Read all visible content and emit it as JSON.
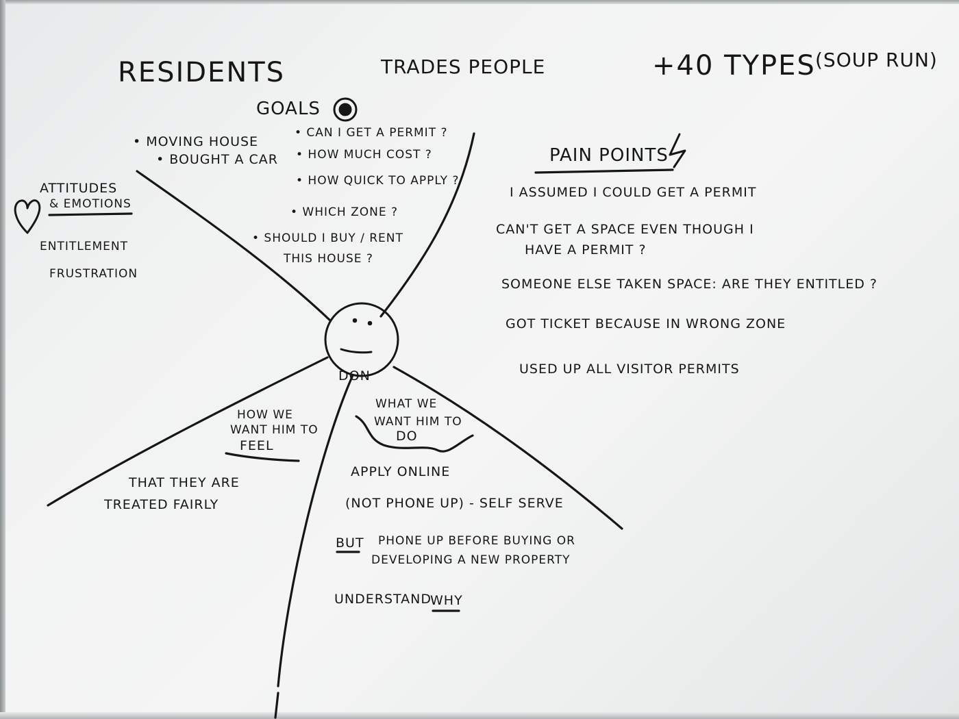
{
  "header": {
    "residents": "RESIDENTS",
    "trades_people": "TRADES PEOPLE",
    "types": "+40 TYPES",
    "soup_run": "(SOUP RUN)"
  },
  "goals": {
    "title": "GOALS",
    "items": [
      "• MOVING HOUSE",
      "• BOUGHT A CAR",
      "• CAN I GET A PERMIT ?",
      "• HOW MUCH COST ?",
      "• HOW QUICK TO APPLY ?",
      "• WHICH ZONE ?",
      "• SHOULD I BUY / RENT",
      "THIS HOUSE ?"
    ]
  },
  "attitudes": {
    "title_line1": "ATTITUDES",
    "title_line2": "& EMOTIONS",
    "items": [
      "ENTITLEMENT",
      "FRUSTRATION"
    ]
  },
  "pain_points": {
    "title": "PAIN POINTS",
    "items": [
      "I ASSUMED I COULD GET A PERMIT",
      "CAN'T GET A SPACE EVEN THOUGH I",
      "HAVE A PERMIT ?",
      "SOMEONE ELSE TAKEN SPACE: ARE THEY ENTITLED ?",
      "GOT TICKET BECAUSE IN WRONG ZONE",
      "USED UP ALL VISITOR PERMITS"
    ]
  },
  "persona": {
    "name": "DON"
  },
  "feel": {
    "label_line1": "HOW WE",
    "label_line2": "WANT HIM TO",
    "label_line3": "FEEL",
    "text_line1": "THAT THEY ARE",
    "text_line2": "TREATED FAIRLY"
  },
  "do": {
    "label_line1": "WHAT WE",
    "label_line2": "WANT HIM TO",
    "label_line3": "DO",
    "items": [
      "APPLY ONLINE",
      "(NOT PHONE UP) - SELF SERVE",
      "BUT",
      "PHONE UP BEFORE BUYING OR",
      "DEVELOPING A NEW PROPERTY",
      "UNDERSTAND",
      "WHY"
    ]
  },
  "colors": {
    "ink": "#161616",
    "board": "#f2f3f3"
  },
  "icons": [
    "target-icon",
    "heart-icon",
    "lightning-icon",
    "smiley-face-icon"
  ]
}
